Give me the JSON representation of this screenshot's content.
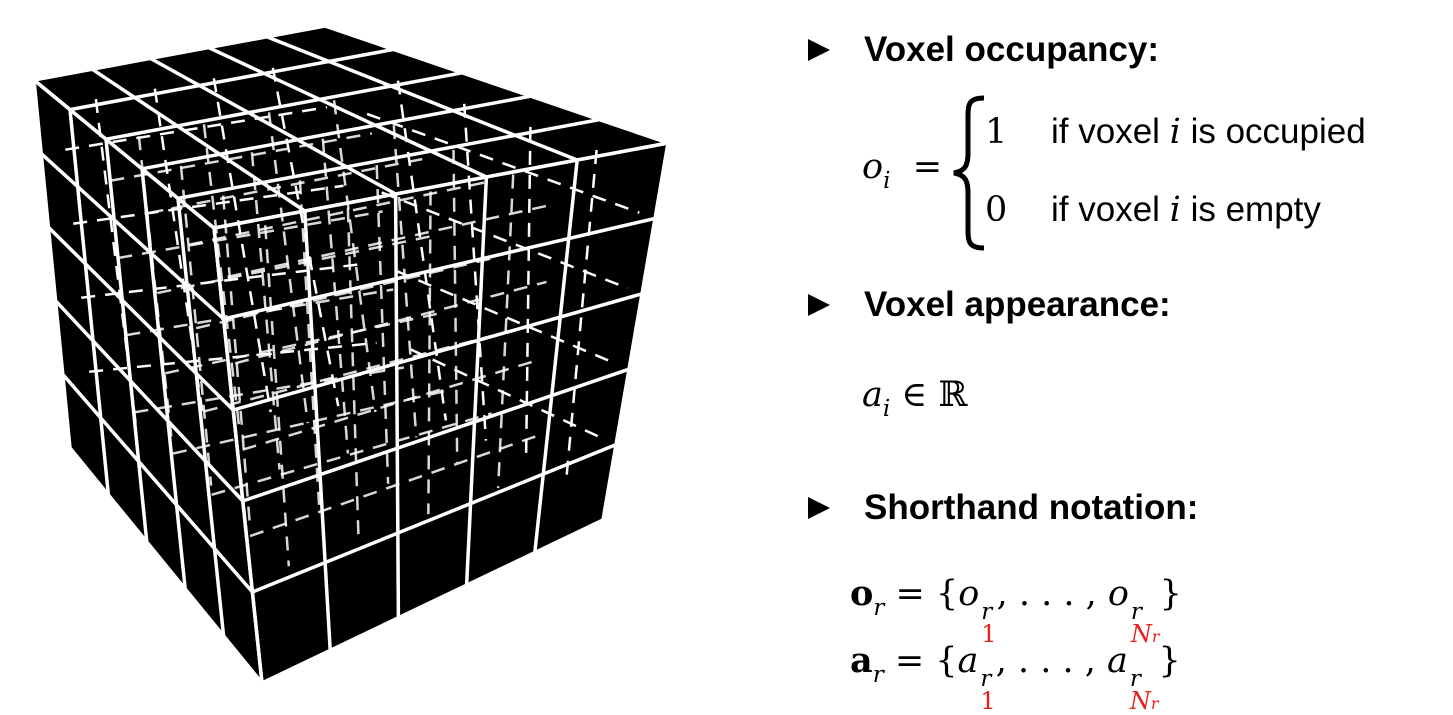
{
  "bullets": {
    "occupancy": "Voxel occupancy:",
    "appearance": "Voxel appearance:",
    "shorthand": "Shorthand notation:"
  },
  "occupancy": {
    "lhs_symbol": "o",
    "lhs_index": "i",
    "case1_value": "1",
    "case1_text_a": "if voxel ",
    "case1_var": "i",
    "case1_text_b": " is occupied",
    "case2_value": "0",
    "case2_text_a": "if voxel ",
    "case2_var": "i",
    "case2_text_b": " is empty"
  },
  "appearance": {
    "symbol": "a",
    "index": "i",
    "relation": "∈",
    "set": "ℝ"
  },
  "shorthand": {
    "o_vec": "o",
    "a_vec": "a",
    "vec_index": "r",
    "equals": " = {",
    "o_elem": "o",
    "a_elem": "a",
    "sup": "r",
    "first_index": "1",
    "ellipsis": ", . . . , ",
    "last_index_main": "N",
    "last_index_sub": "r",
    "close": "}"
  },
  "colors": {
    "highlight": "#e8201a",
    "cube_fill": "#000000",
    "grid_line": "#ffffff"
  }
}
